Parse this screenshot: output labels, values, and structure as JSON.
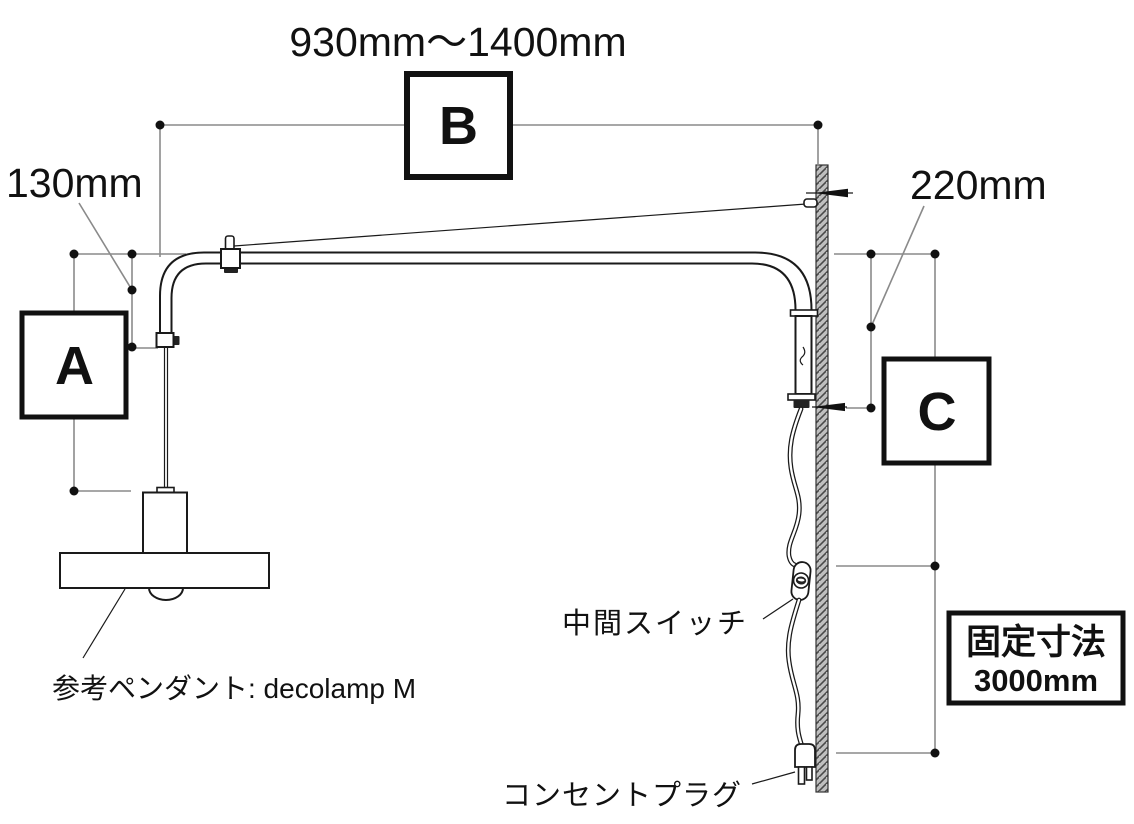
{
  "labels": {
    "arm_range": "930mm〜1400mm",
    "dim_box_b": "B",
    "drop_offset": "130mm",
    "dim_box_a": "A",
    "wall_offset": "220mm",
    "dim_box_c": "C",
    "fixed_dim_title": "固定寸法",
    "fixed_dim_value": "3000mm",
    "switch_label": "中間スイッチ",
    "plug_label": "コンセントプラグ",
    "pendant_reference": "参考ペンダント: decolamp M"
  },
  "colors": {
    "ink": "#1a1a1a",
    "dimension_line": "#8a8a8a",
    "wall_fill": "#bfbfbf",
    "wall_hatch": "#4a4a4a",
    "background": "#ffffff"
  }
}
